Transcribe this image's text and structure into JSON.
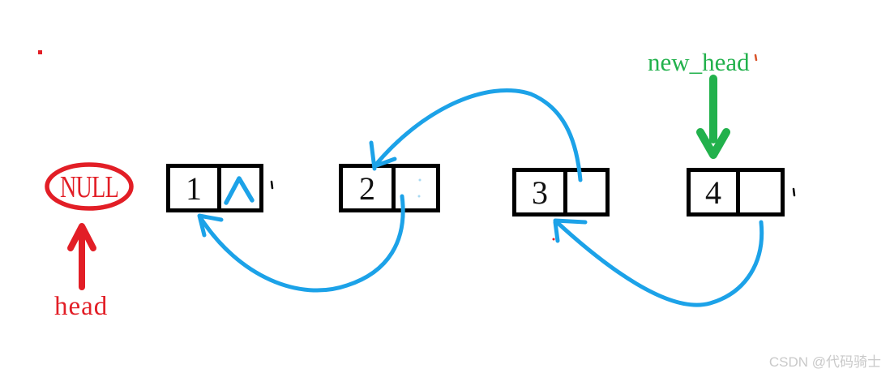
{
  "diagram": {
    "labels": {
      "null_text": "NULL",
      "head": "head",
      "new_head": "new_head"
    },
    "nodes": [
      {
        "value": "1"
      },
      {
        "value": "2"
      },
      {
        "value": "3"
      },
      {
        "value": "4"
      }
    ],
    "watermark": "CSDN @代码骑士"
  },
  "colors": {
    "red": "#E21E26",
    "blue": "#1CA2E8",
    "green": "#22B14C",
    "black": "#000000",
    "orange": "#D9542B",
    "faint_blue": "#A8D9F2",
    "watermark_gray": "#C9C9C9"
  }
}
